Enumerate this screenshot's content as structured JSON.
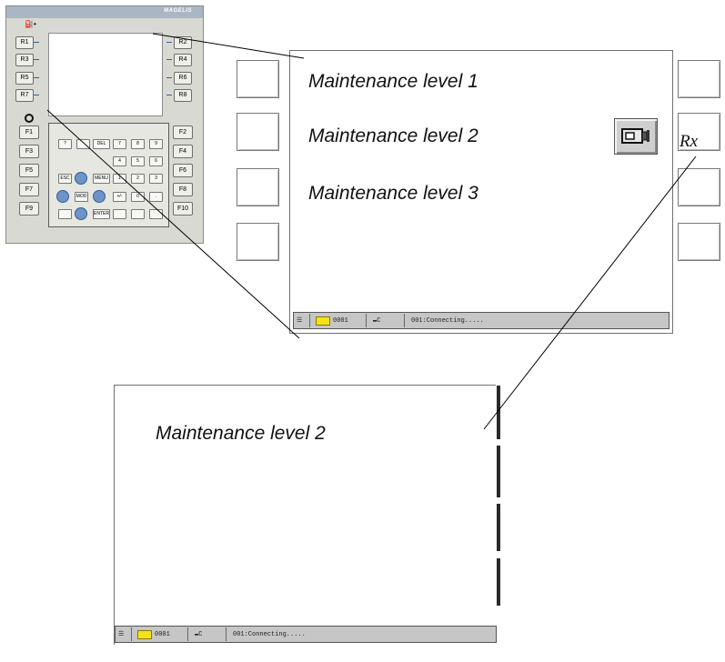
{
  "device": {
    "brand": "MAGELIS",
    "right_keys_left": [
      "R1",
      "R3",
      "R5",
      "R7"
    ],
    "right_keys_right": [
      "R2",
      "R4",
      "R6",
      "R8"
    ],
    "fkeys_left": [
      "F1",
      "F3",
      "F5",
      "F7",
      "F9"
    ],
    "fkeys_right": [
      "F2",
      "F4",
      "F6",
      "F8",
      "F10"
    ],
    "keypad": {
      "row1": [
        "?",
        "",
        "DEL",
        "7",
        "8",
        "9"
      ],
      "row2": [
        "4",
        "5",
        "6"
      ],
      "row3": [
        "ESC",
        "MENU",
        "1",
        "2",
        "3"
      ],
      "row4": [
        "MOD",
        "+/-",
        "0",
        "."
      ],
      "row5": [
        "ENTER"
      ]
    }
  },
  "screen_top": {
    "items": [
      "Maintenance level 1",
      "Maintenance level 2",
      "Maintenance level 3"
    ],
    "button_icon": "camera-icon",
    "status": {
      "page": "0001",
      "connection": "C",
      "message": "001:Connecting....."
    }
  },
  "rx_label": "Rx",
  "screen_bottom": {
    "title": "Maintenance level 2",
    "status": {
      "page": "0001",
      "connection": "C",
      "message": "001:Connecting....."
    }
  },
  "colors": {
    "accent": "#355e9a",
    "folder": "#f4e21a",
    "statusbar": "#c6c6c6"
  }
}
